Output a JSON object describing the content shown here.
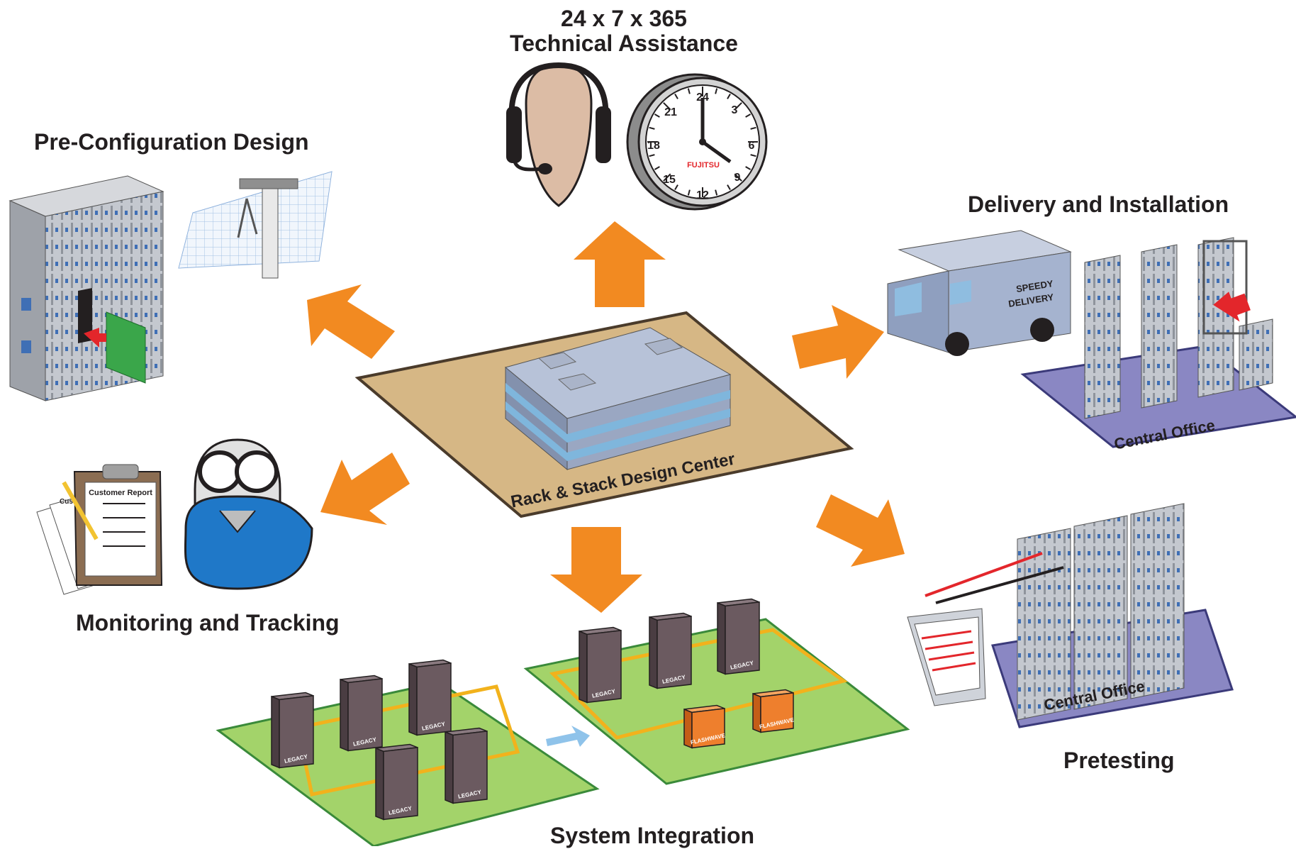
{
  "labels": {
    "tech_line1": "24 x 7 x 365",
    "tech_line2": "Technical Assistance",
    "preconfig": "Pre-Configuration Design",
    "delivery": "Delivery and Installation",
    "monitoring": "Monitoring and Tracking",
    "system_integration": "System Integration",
    "pretesting": "Pretesting",
    "center": "Rack & Stack Design Center",
    "central_office_1": "Central Office",
    "central_office_2": "Central Office",
    "truck": [
      "SPEEDY",
      "DELIVERY"
    ],
    "customer_report": "Customer Report",
    "clipboard_back": "Cus",
    "clock_brand": "FUJITSU",
    "legacy": "LEGACY",
    "flashwave": "FLASHWAVE"
  },
  "clock": {
    "numbers": [
      "24",
      "3",
      "6",
      "9",
      "12",
      "15",
      "18",
      "21"
    ]
  },
  "colors": {
    "arrow": "#f28a21",
    "center_pad": "#d6b785",
    "building": "#9aa7c2",
    "building_glass": "#7fb6dc",
    "board": "#a3d36a",
    "board_border": "#3a8a3a",
    "legacy_box": "#6b5a60",
    "flashwave_box": "#ee7f2d",
    "central_office_floor": "#8a87c3",
    "cabinet": "#b8bcc4",
    "cabinet_stripe": "#3f6fb5",
    "face": "#dcbca5",
    "monitor_body": "#1f78c8",
    "red_arrow": "#e3262b",
    "sys_int_arrow": "#8fc3ea"
  }
}
